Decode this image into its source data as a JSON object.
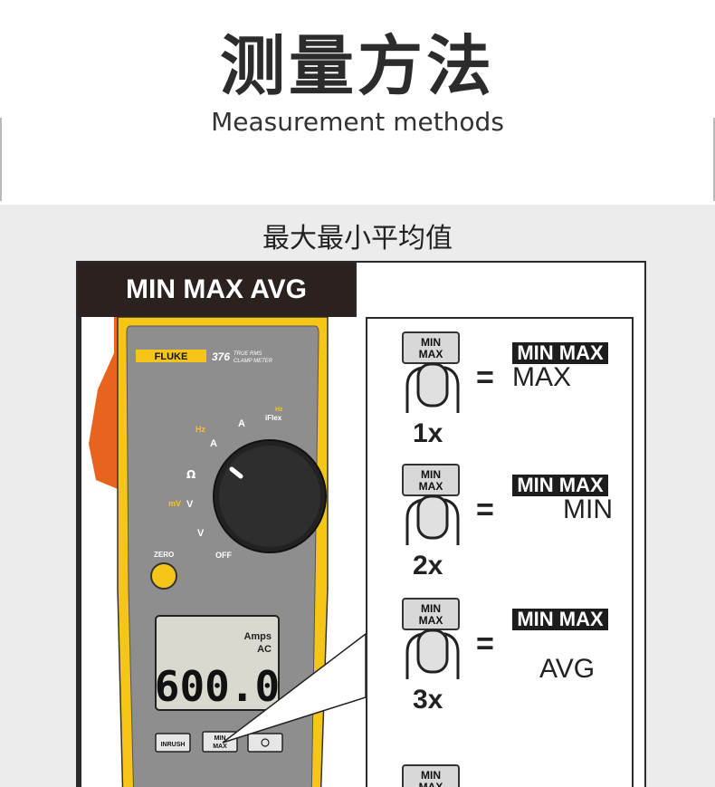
{
  "header": {
    "title_cn": "测量方法",
    "title_en": "Measurement methods"
  },
  "section": {
    "title": "最大最小平均值",
    "tab_label": "MIN MAX AVG"
  },
  "meter": {
    "brand": "FLUKE",
    "model": "376",
    "model_sub_1": "TRUE RMS",
    "model_sub_2": "CLAMP METER",
    "dial_labels": {
      "hz_a": "Hz",
      "a_ac": "A",
      "a_dc": "A",
      "iflex": "iFlex",
      "hz_iflex": "Hz",
      "ohm": "Ω",
      "mv": "mV",
      "v_dc": "V",
      "v_ac": "V",
      "off": "OFF",
      "zero": "ZERO"
    },
    "display": {
      "unit_1": "Amps",
      "unit_2": "AC",
      "reading": "600.0"
    },
    "buttons": {
      "inrush": "INRUSH",
      "minmax_1": "MIN",
      "minmax_2": "MAX"
    },
    "colors": {
      "body_yellow": "#f5c518",
      "jaw_orange": "#e8641e",
      "face_gray": "#8e8e8e",
      "display_bg": "#d9d9cf"
    }
  },
  "guide": {
    "button_label_1": "MIN",
    "button_label_2": "MAX",
    "equals": "=",
    "chip_label": "MIN MAX",
    "steps": [
      {
        "count": "1x",
        "mode": "MAX"
      },
      {
        "count": "2x",
        "mode": "MIN"
      },
      {
        "count": "3x",
        "mode": "AVG"
      }
    ]
  }
}
